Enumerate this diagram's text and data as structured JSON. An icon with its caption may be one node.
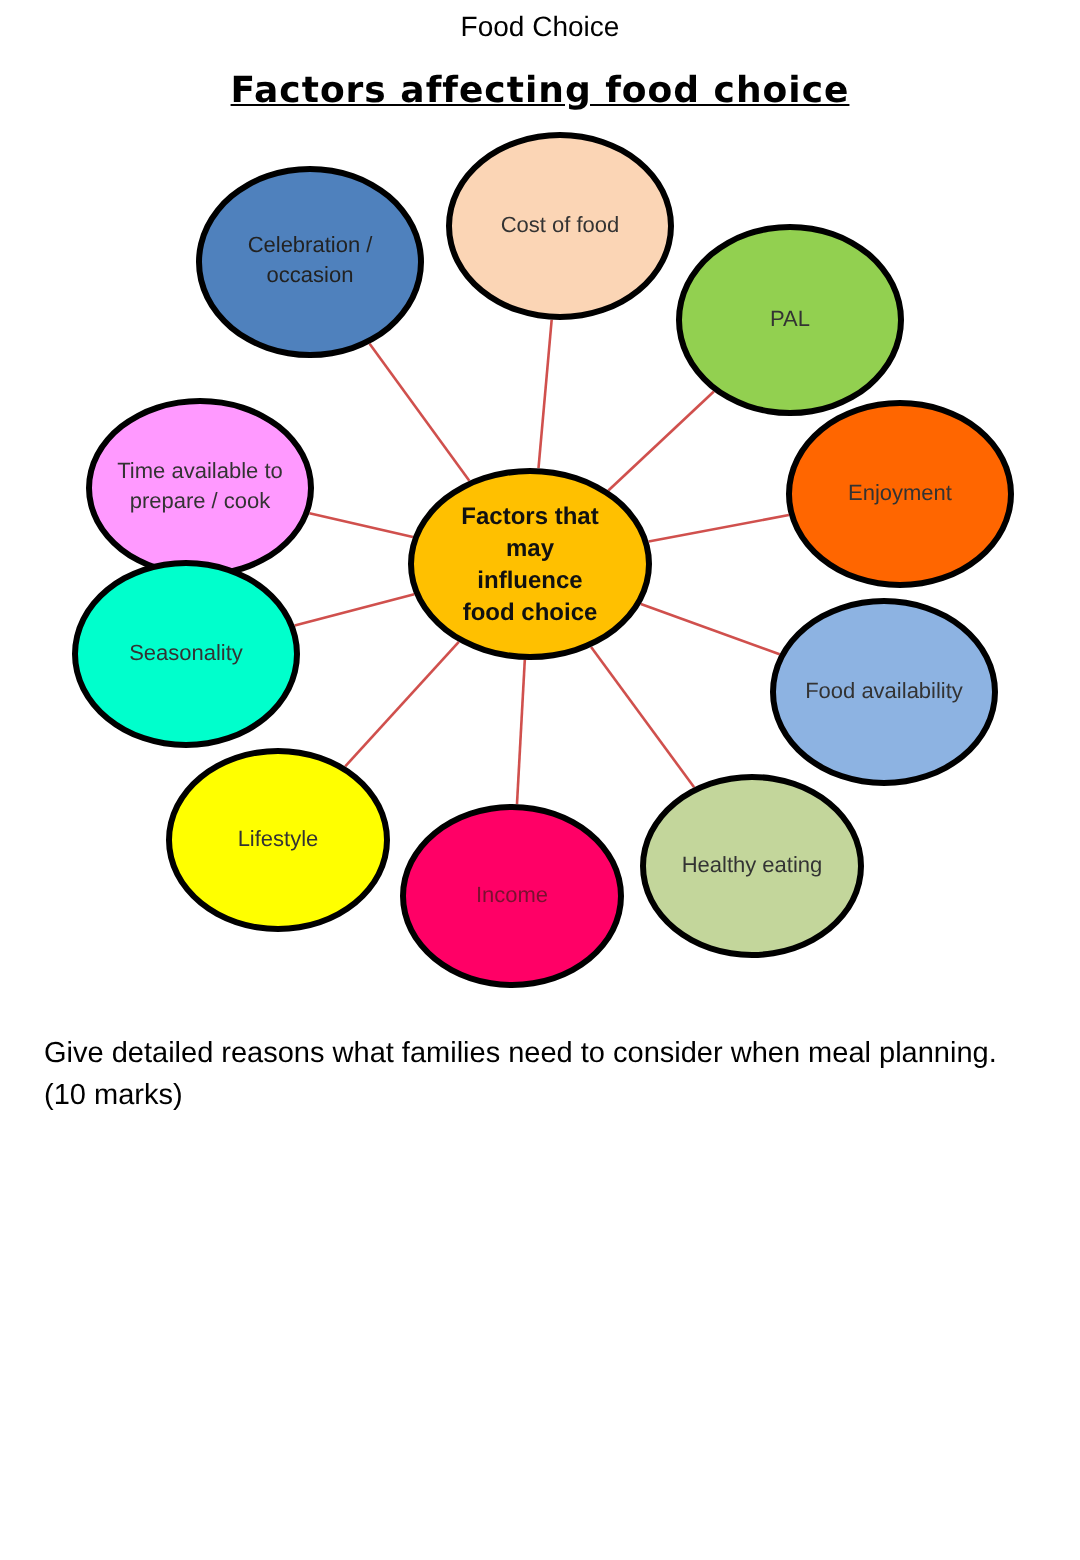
{
  "diagram": {
    "title": "Factors affecting food choice",
    "nodes": [
      {
        "text": [
          "Cost of food"
        ]
      },
      {
        "text": [
          "Celebration / occasion"
        ]
      },
      {
        "text": [
          "PAL"
        ]
      },
      {
        "text": [
          "Time available to prepare / cook"
        ]
      },
      {
        "text": [
          "Factors that may influence food choice"
        ]
      },
      {
        "text": [
          "Enjoyment"
        ]
      },
      {
        "text": [
          "Seasonality"
        ]
      },
      {
        "text": [
          "Food availability"
        ]
      },
      {
        "text": [
          "Healthy eating"
        ]
      },
      {
        "text": [
          "Lifestyle"
        ]
      },
      {
        "text": [
          "Income"
        ]
      }
    ],
    "edges": [
      {
        "from": 4,
        "to": 0,
        "arrow": "none"
      },
      {
        "from": 4,
        "to": 1,
        "arrow": "none"
      },
      {
        "from": 4,
        "to": 2,
        "arrow": "none"
      },
      {
        "from": 4,
        "to": 3,
        "arrow": "none"
      },
      {
        "from": 4,
        "to": 5,
        "arrow": "none"
      },
      {
        "from": 4,
        "to": 6,
        "arrow": "none"
      },
      {
        "from": 4,
        "to": 7,
        "arrow": "none"
      },
      {
        "from": 4,
        "to": 8,
        "arrow": "none"
      },
      {
        "from": 4,
        "to": 9,
        "arrow": "none"
      },
      {
        "from": 4,
        "to": 10,
        "arrow": "none"
      }
    ],
    "labels": [
      "Food Choice",
      "Give detailed reasons what families need to consider when meal planning. (10 marks)"
    ]
  }
}
